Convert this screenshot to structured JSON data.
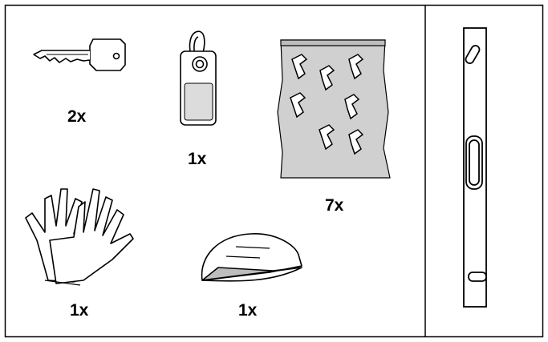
{
  "parts": [
    {
      "id": "key",
      "icon": "key-icon",
      "quantity": "2x"
    },
    {
      "id": "key-fob",
      "icon": "key-fob-icon",
      "quantity": "1x"
    },
    {
      "id": "anchor-bag",
      "icon": "wall-anchor-bag-icon",
      "quantity": "7x"
    },
    {
      "id": "gloves",
      "icon": "gloves-icon",
      "quantity": "1x"
    },
    {
      "id": "scraper-tool",
      "icon": "scraper-tool-icon",
      "quantity": "1x"
    }
  ],
  "side_panel": {
    "icon": "mounting-bracket-icon"
  },
  "colors": {
    "line": "#000000",
    "bag_fill": "#d0d0d0",
    "bag_top": "#bdbdbd",
    "white": "#ffffff"
  }
}
